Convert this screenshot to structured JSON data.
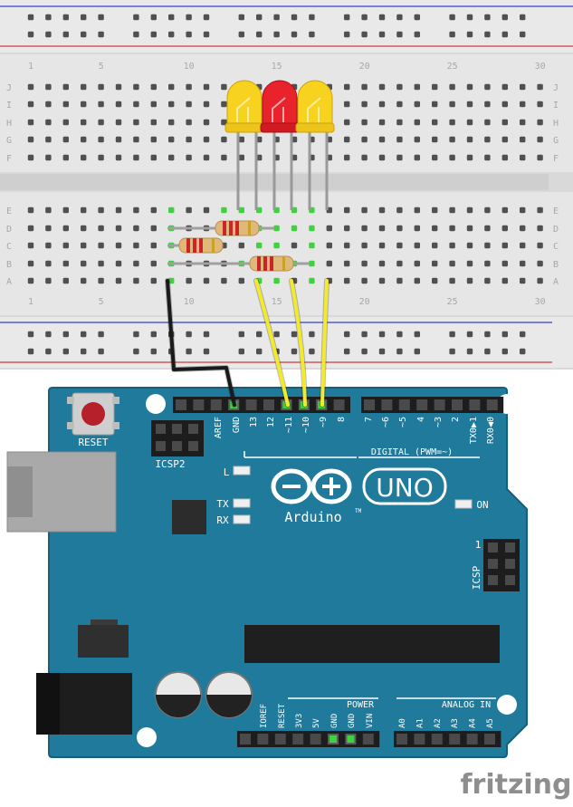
{
  "breadboard": {
    "row_letters": [
      "J",
      "I",
      "H",
      "G",
      "F",
      "E",
      "D",
      "C",
      "B",
      "A"
    ],
    "column_numbers": [
      "1",
      "5",
      "10",
      "15",
      "20",
      "25",
      "30"
    ]
  },
  "arduino": {
    "reset_label": "RESET",
    "icsp2_label": "ICSP2",
    "icsp_label": "ICSP",
    "icsp_pin1": "1",
    "brand_name": "Arduino",
    "trademark": "TM",
    "model": "UNO",
    "on_label": "ON",
    "l_label": "L",
    "tx_label": "TX",
    "rx_label": "RX",
    "digital_label": "DIGITAL (PWM=~)",
    "digital_pins": [
      "AREF",
      "GND",
      "13",
      "12",
      "~11",
      "~10",
      "~9",
      "8",
      "7",
      "~6",
      "~5",
      "4",
      "~3",
      "2",
      "TX0▶1",
      "RX0◀0"
    ],
    "power_label": "POWER",
    "power_pins": [
      "IOREF",
      "RESET",
      "3V3",
      "5V",
      "GND",
      "GND",
      "VIN"
    ],
    "analog_label": "ANALOG IN",
    "analog_pins": [
      "A0",
      "A1",
      "A2",
      "A3",
      "A4",
      "A5"
    ]
  },
  "components": {
    "leds": [
      {
        "id": "led-left",
        "color": "yellow"
      },
      {
        "id": "led-middle",
        "color": "red"
      },
      {
        "id": "led-right",
        "color": "yellow"
      }
    ],
    "resistor_count": 3
  },
  "watermark": "fritzing",
  "colors": {
    "board_teal": "#1f7a9c",
    "board_dark": "#155f7c",
    "breadboard": "#e6e6e6",
    "rail_red": "#d23c3c",
    "rail_blue": "#3c3cd2",
    "wire_yellow": "#f2ea2a",
    "wire_black": "#1a1a1a",
    "led_yellow": "#f7d21e",
    "led_red": "#e8232c"
  }
}
